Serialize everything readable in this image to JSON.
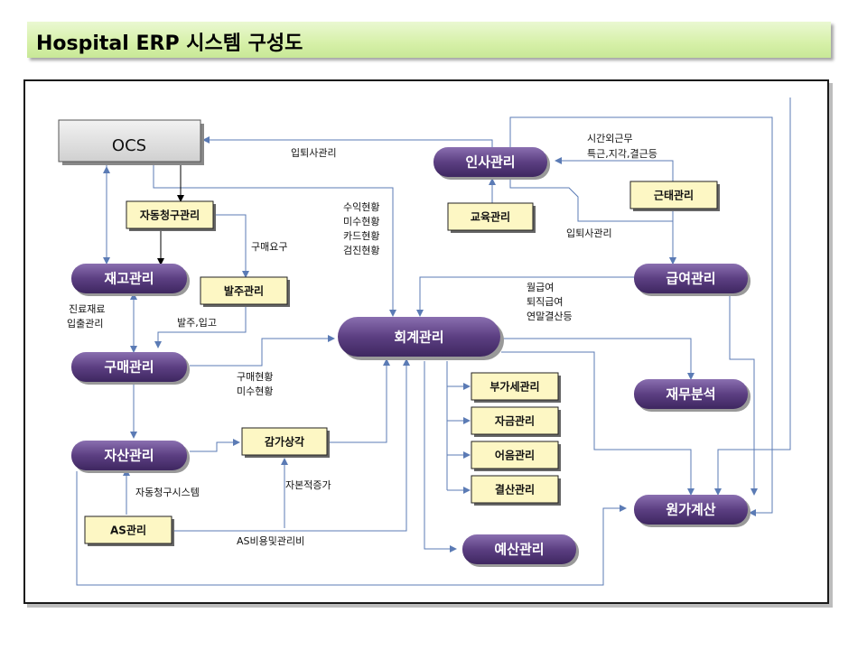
{
  "title": "Hospital ERP 시스템 구성도",
  "nodes": {
    "ocs": "OCS",
    "insa": "인사관리",
    "geuntae": "근태관리",
    "gyoyuk": "교육관리",
    "jadong": "자동청구관리",
    "jaego": "재고관리",
    "balju": "발주관리",
    "geubyeo": "급여관리",
    "hoegye": "회계관리",
    "gumae": "구매관리",
    "bugase": "부가세관리",
    "jageum": "자금관리",
    "jaemu": "재무분석",
    "eoeum": "어음관리",
    "jasan": "자산관리",
    "gamga": "감가상각",
    "gyeolsan": "결산관리",
    "wonga": "원가계산",
    "as": "AS관리",
    "yesan": "예산관리"
  },
  "labels": {
    "ipteo1": "입퇴사관리",
    "sigan1": "시간외근무",
    "sigan2": "특근,지각,결근등",
    "suik1": "수익현황",
    "suik2": "미수현황",
    "suik3": "카드현황",
    "suik4": "검진현황",
    "gumaeyogu": "구매요구",
    "ipteo2": "입퇴사관리",
    "jinryo1": "진료재료",
    "jinryo2": "입출관리",
    "wol1": "월급여",
    "wol2": "퇴직급여",
    "wol3": "연말결산등",
    "baljuipgo": "발주,입고",
    "gumaehh1": "구매현황",
    "gumaehh2": "미수현황",
    "jabon": "자본적증가",
    "jadongsys": "자동청구시스템",
    "asbiyong": "AS비용및관리비"
  },
  "colors": {
    "pill": "#5c3f82",
    "title_bar": "#d6f0a8"
  }
}
